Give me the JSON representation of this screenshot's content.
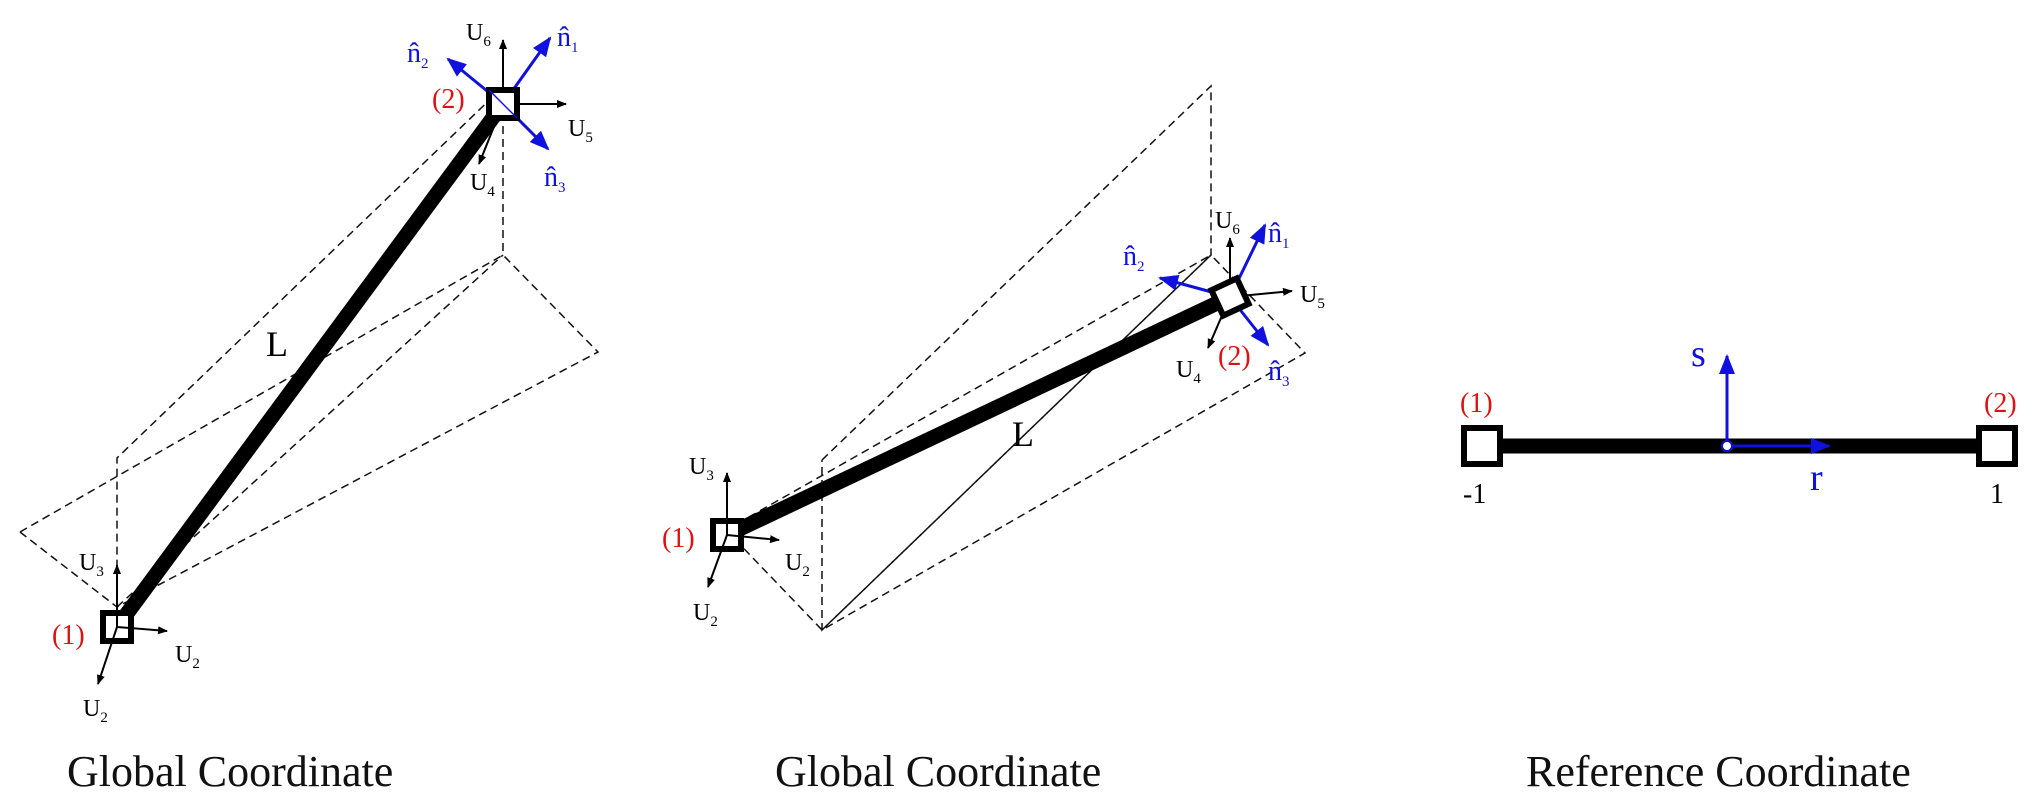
{
  "captions": [
    "Global Coordinate",
    "Global Coordinate",
    "Reference Coordinate"
  ],
  "element_label": "L",
  "node_labels": [
    "(1)",
    "(2)"
  ],
  "dof": {
    "base": "U",
    "subs": [
      "2",
      "2",
      "3",
      "4",
      "5",
      "6"
    ]
  },
  "normals": {
    "symbol": "n̂",
    "subs": [
      "1",
      "2",
      "3"
    ]
  },
  "reference": {
    "s_axis": "s",
    "r_axis": "r",
    "left_coord": "-1",
    "right_coord": "1"
  },
  "colors": {
    "node": "#dd1111",
    "vector": "#1111dd",
    "line": "#000000"
  }
}
